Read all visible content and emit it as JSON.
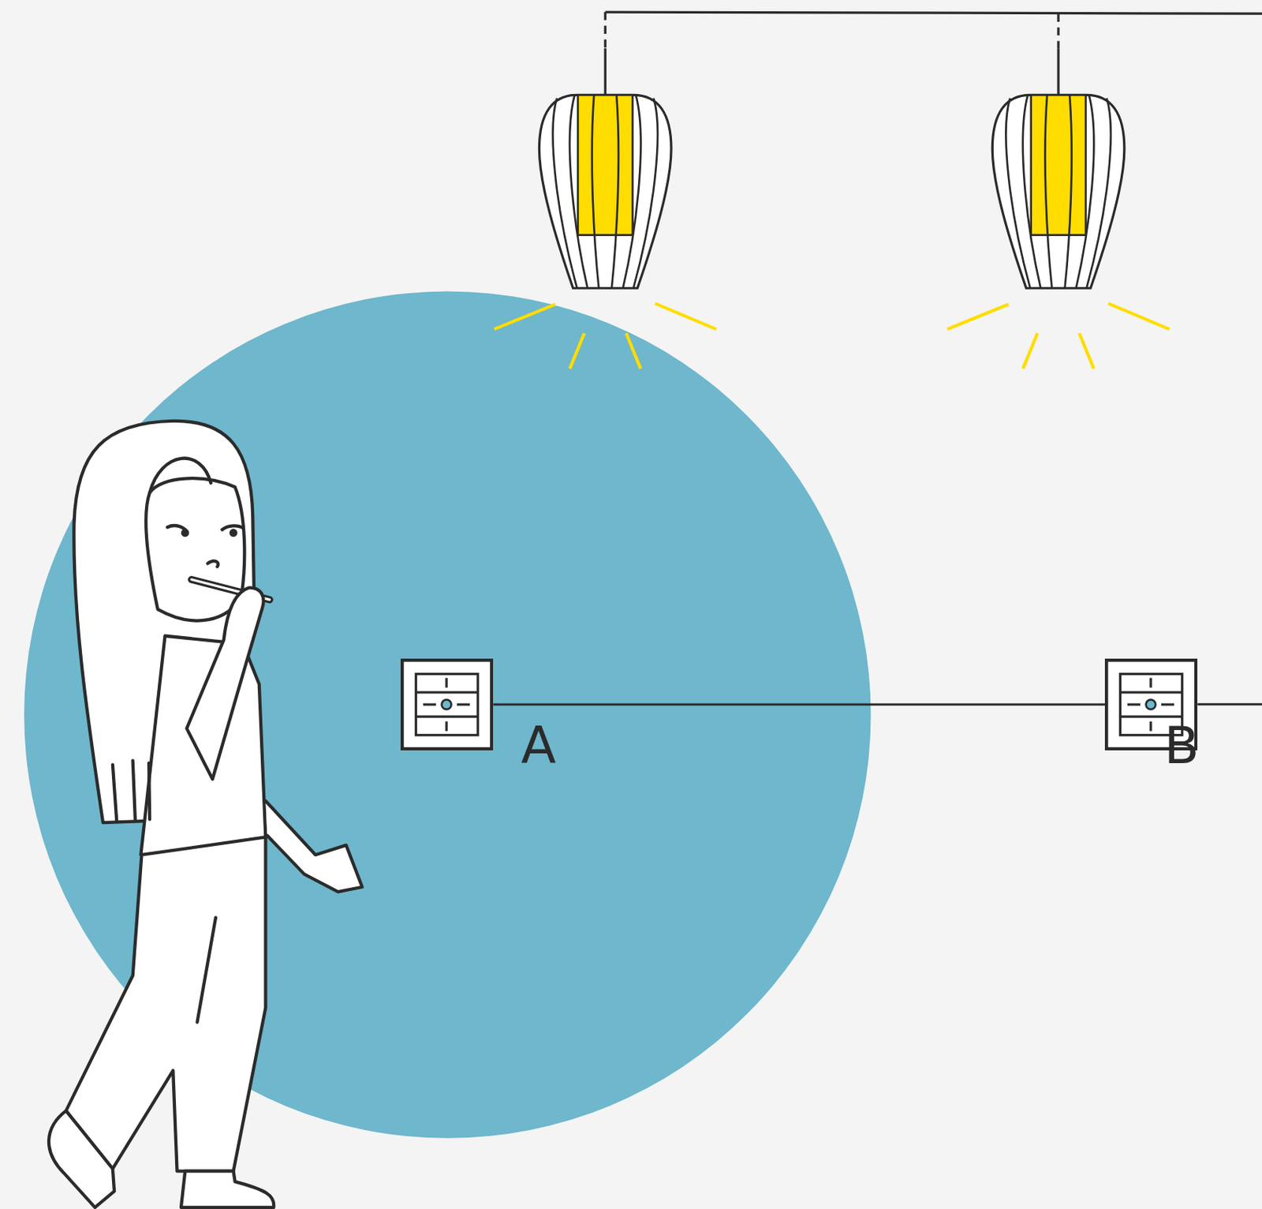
{
  "diagram": {
    "nodes": [
      {
        "text": [
          "A"
        ]
      },
      {
        "text": [
          "B"
        ]
      }
    ],
    "edges": [
      {
        "from": 0,
        "to": 1,
        "arrow": "none"
      }
    ]
  }
}
